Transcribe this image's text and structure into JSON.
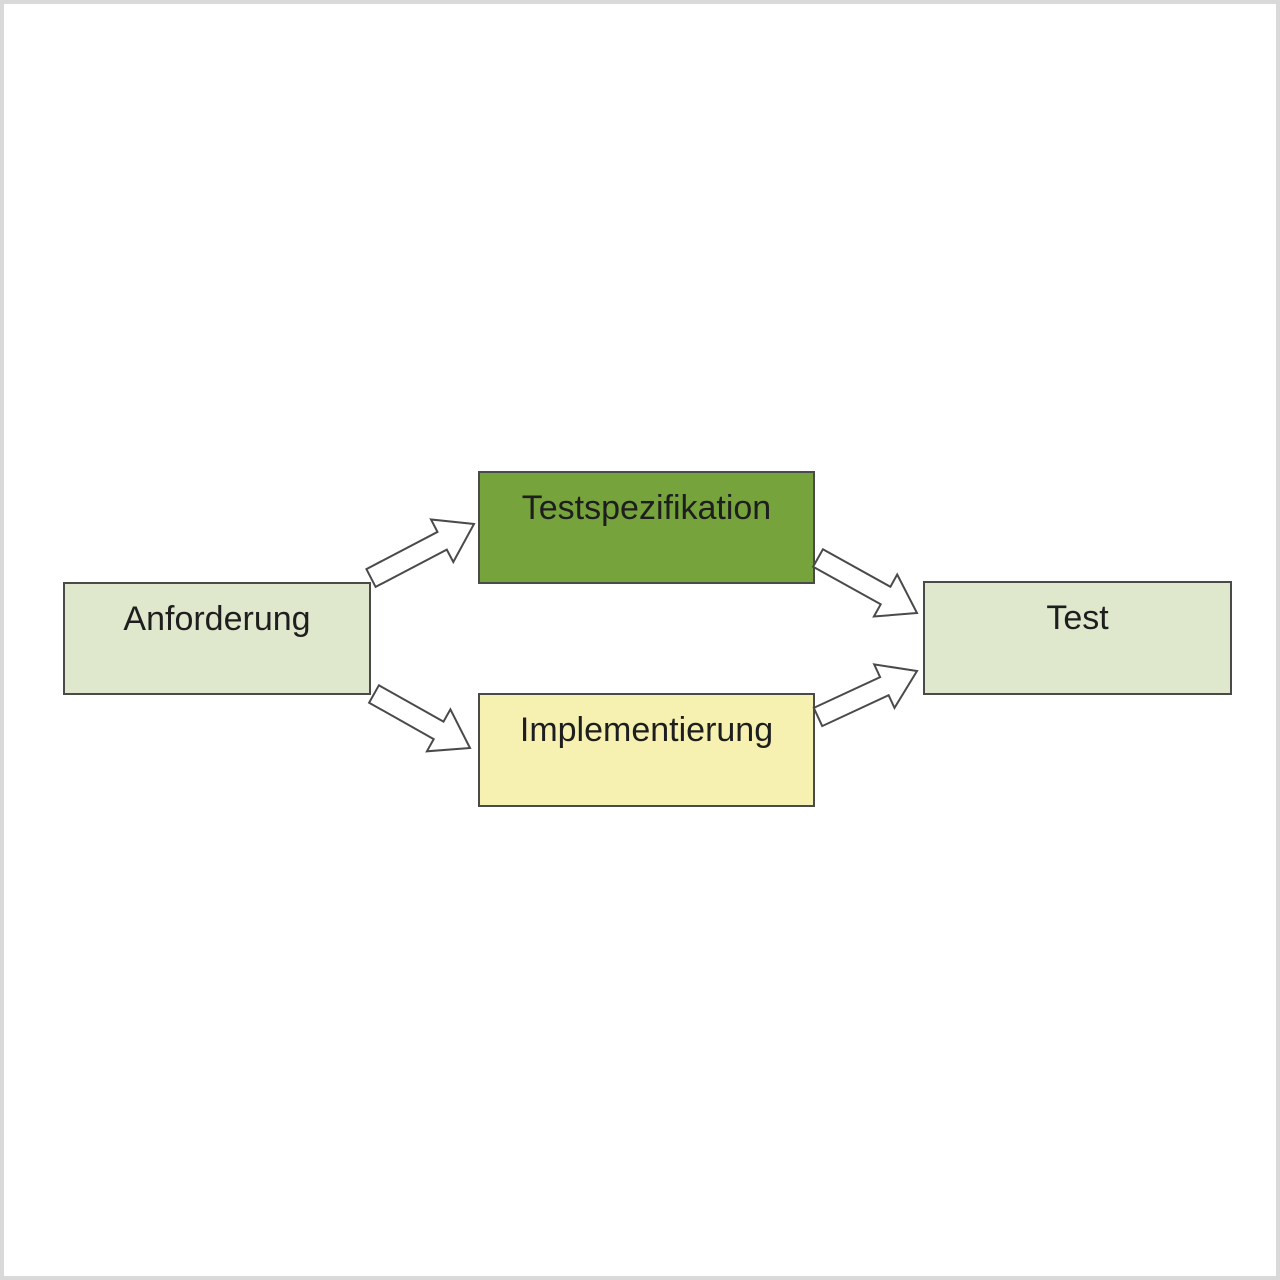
{
  "diagram": {
    "nodes": {
      "anforderung": {
        "label": "Anforderung",
        "fill": "#dfe8cc"
      },
      "testspezifikation": {
        "label": "Testspezifikation",
        "fill": "#76a33c"
      },
      "implementierung": {
        "label": "Implementierung",
        "fill": "#f6f1b0"
      },
      "test": {
        "label": "Test",
        "fill": "#dfe8cc"
      }
    },
    "edges": [
      {
        "from": "Anforderung",
        "to": "Testspezifikation"
      },
      {
        "from": "Anforderung",
        "to": "Implementierung"
      },
      {
        "from": "Testspezifikation",
        "to": "Test"
      },
      {
        "from": "Implementierung",
        "to": "Test"
      }
    ],
    "arrow_style": "hollow block arrow",
    "arrow_outline": "#4a4a4a"
  }
}
